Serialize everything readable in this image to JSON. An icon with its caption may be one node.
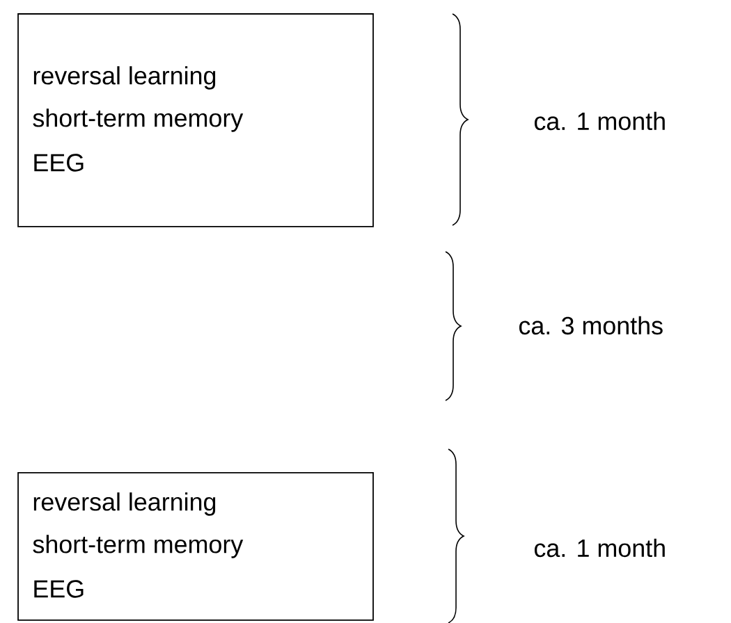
{
  "diagram": {
    "nodes": [
      {
        "text": [
          "reversal learning",
          "short-term memory",
          "EEG"
        ]
      },
      {
        "text": [
          "reversal learning",
          "short-term memory",
          "EEG"
        ]
      }
    ],
    "labels": [
      "ca. 1 month",
      "ca. 3 months",
      "ca. 1 month"
    ]
  }
}
